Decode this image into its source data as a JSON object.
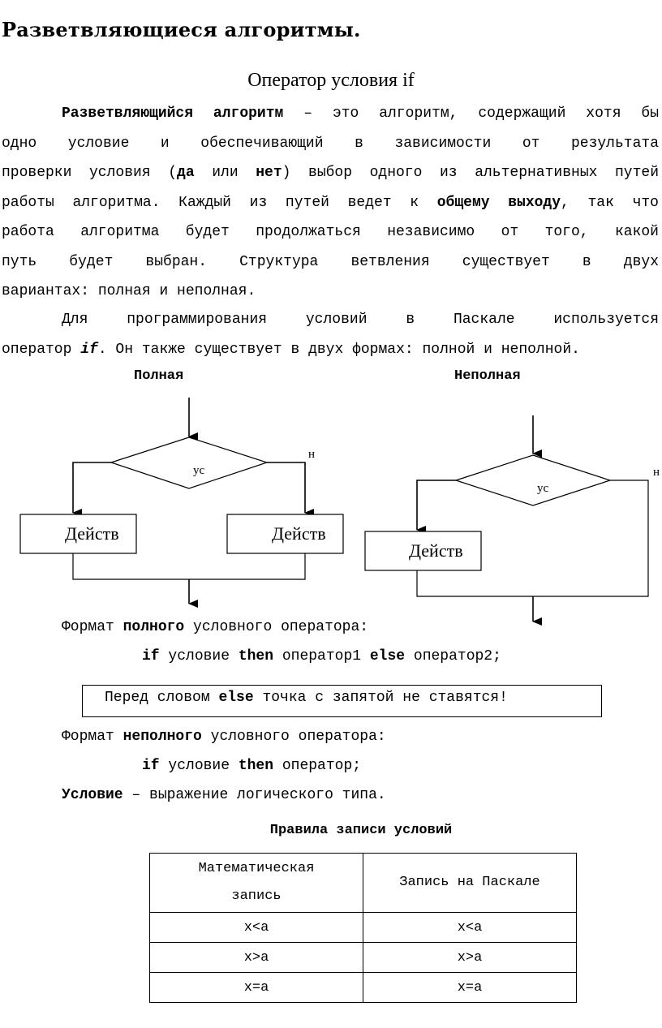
{
  "title": "Разветвляющиеся алгоритмы.",
  "subtitle": "Оператор условия if",
  "definition": {
    "term": "Разветвляющийся алгоритм",
    "l1_rest": " – это алгоритм, содержащий хотя бы",
    "l2": "одно условие и обеспечивающий в зависимости от результата",
    "l3_a": "проверки условия (",
    "yes": "да",
    "l3_b": " или ",
    "no": "нет",
    "l3_c": ") выбор одного из альтернативных путей",
    "l4_a": "работы алгоритма. Каждый из путей ведет к ",
    "common_exit": "общему выходу",
    "l4_b": ", так что",
    "l5": "работа алгоритма будет продолжаться независимо от того, какой",
    "l6": "путь будет выбран. Структура ветвления существует в двух",
    "l7": "вариантах: полная и неполная."
  },
  "pascal_para": {
    "l1": "Для программирования условий в Паскале используется",
    "l2_a": "оператор ",
    "op": "if",
    "l2_b": ". Он также существует в двух формах: полной и неполной."
  },
  "diagram": {
    "full_label": "Полная",
    "partial_label": "Неполная",
    "condition_text": "ус",
    "no_text": "н",
    "action_text": "Действ"
  },
  "full_format": {
    "label_a": "Формат ",
    "label_b": "полного",
    "label_c": " условного оператора:",
    "kw_if": "if",
    "cond": " условие ",
    "kw_then": "then",
    "op1": " оператор1 ",
    "kw_else": "else",
    "op2": " оператор2;"
  },
  "note": {
    "a": "Перед словом ",
    "kw": "else",
    "b": " точка с запятой не ставятся!"
  },
  "partial_format": {
    "label_a": "Формат ",
    "label_b": "неполного",
    "label_c": " условного оператора:",
    "kw_if": "if",
    "cond": " условие ",
    "kw_then": "then",
    "op": " оператор;"
  },
  "condition_def": {
    "term": "Условие",
    "rest": " – выражение логического типа."
  },
  "rules_table": {
    "title": "Правила записи условий",
    "header_math_1": "Математическая",
    "header_math_2": "запись",
    "header_pascal": "Запись на Паскале",
    "rows": [
      {
        "math": "x<a",
        "pascal": "x<a"
      },
      {
        "math": "x>a",
        "pascal": "x>a"
      },
      {
        "math": "x=a",
        "pascal": "x=a"
      }
    ]
  }
}
